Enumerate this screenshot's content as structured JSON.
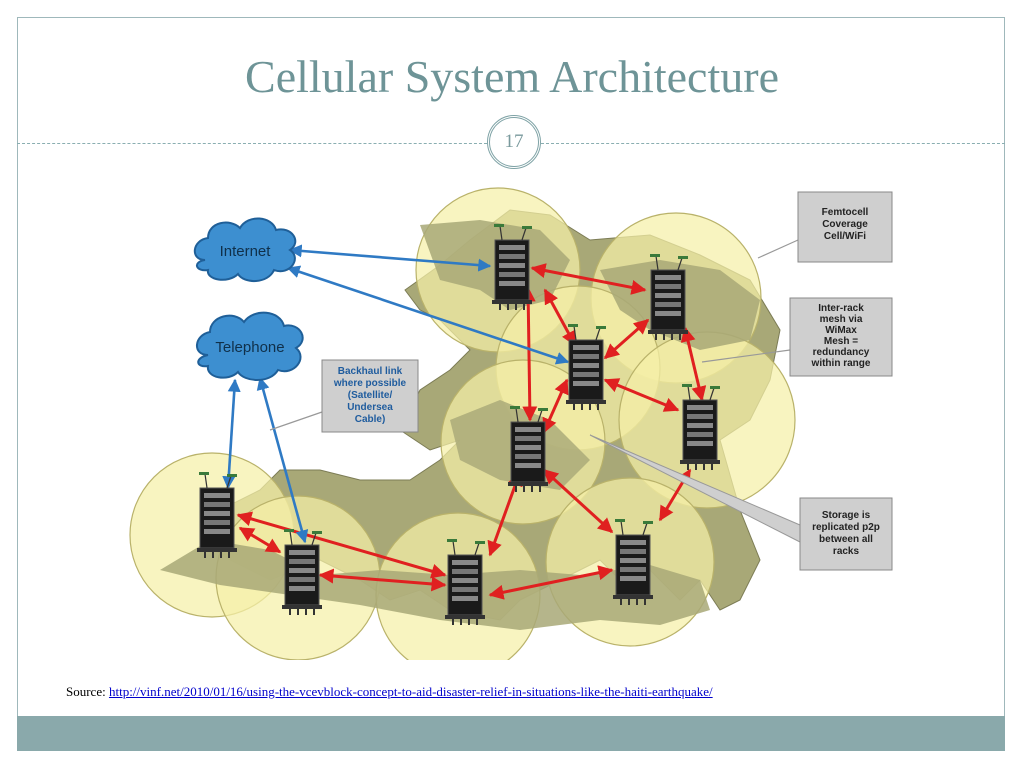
{
  "slide": {
    "title": "Cellular System Architecture",
    "number": "17"
  },
  "diagram": {
    "clouds": {
      "internet": "Internet",
      "telephone": "Telephone"
    },
    "callouts": {
      "femtocell": [
        "Femtocell",
        "Coverage",
        "Cell/WiFi"
      ],
      "inter_rack": [
        "Inter-rack",
        "mesh via",
        "WiMax",
        "Mesh =",
        "redundancy",
        "within range"
      ],
      "backhaul": [
        "Backhaul link",
        "where possible",
        "(Satellite/",
        "Undersea",
        "Cable)"
      ],
      "storage": [
        "Storage is",
        "replicated p2p",
        "between all",
        "racks"
      ]
    },
    "colors": {
      "coverage_cell": "#f5f0a8",
      "landmass": "#a8a877",
      "mesh_link": "#e02020",
      "backhaul_link": "#2f7ac4",
      "cloud": "#3d8fd0"
    }
  },
  "source": {
    "label": "Source:",
    "url": "http://vinf.net/2010/01/16/using-the-vcevblock-concept-to-aid-disaster-relief-in-situations-like-the-haiti-earthquake/"
  }
}
